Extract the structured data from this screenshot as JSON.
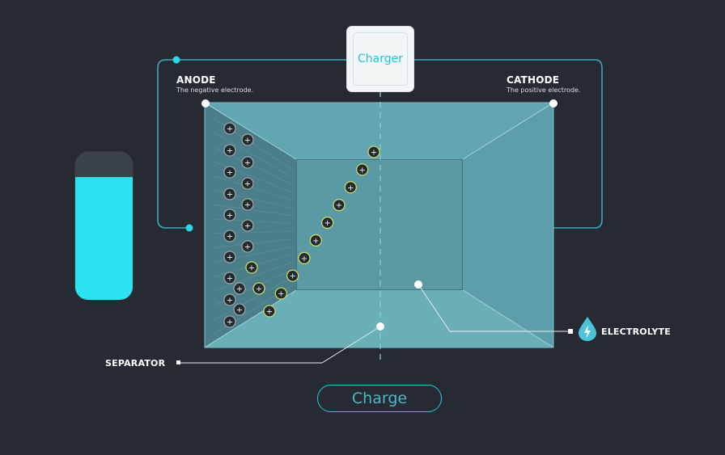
{
  "charger": {
    "label": "Charger"
  },
  "anode": {
    "title": "ANODE",
    "subtitle": "The negative electrode."
  },
  "cathode": {
    "title": "CATHODE",
    "subtitle": "The positive electrode."
  },
  "separator": {
    "label": "SEPARATOR"
  },
  "electrolyte": {
    "label": "ELECTROLYTE"
  },
  "charge_button": {
    "label": "Charge"
  },
  "battery": {
    "charge_level": 0.83
  },
  "ions": {
    "symbol": "+",
    "on_anode": 20,
    "in_transit": 10
  },
  "colors": {
    "background": "#262b33",
    "accent": "#22d6e6",
    "wire": "#3aa9b8",
    "cell_fill": "#5fa7b3",
    "ion_ring": "#c8d86a",
    "battery_fill": "#2be2f0"
  }
}
